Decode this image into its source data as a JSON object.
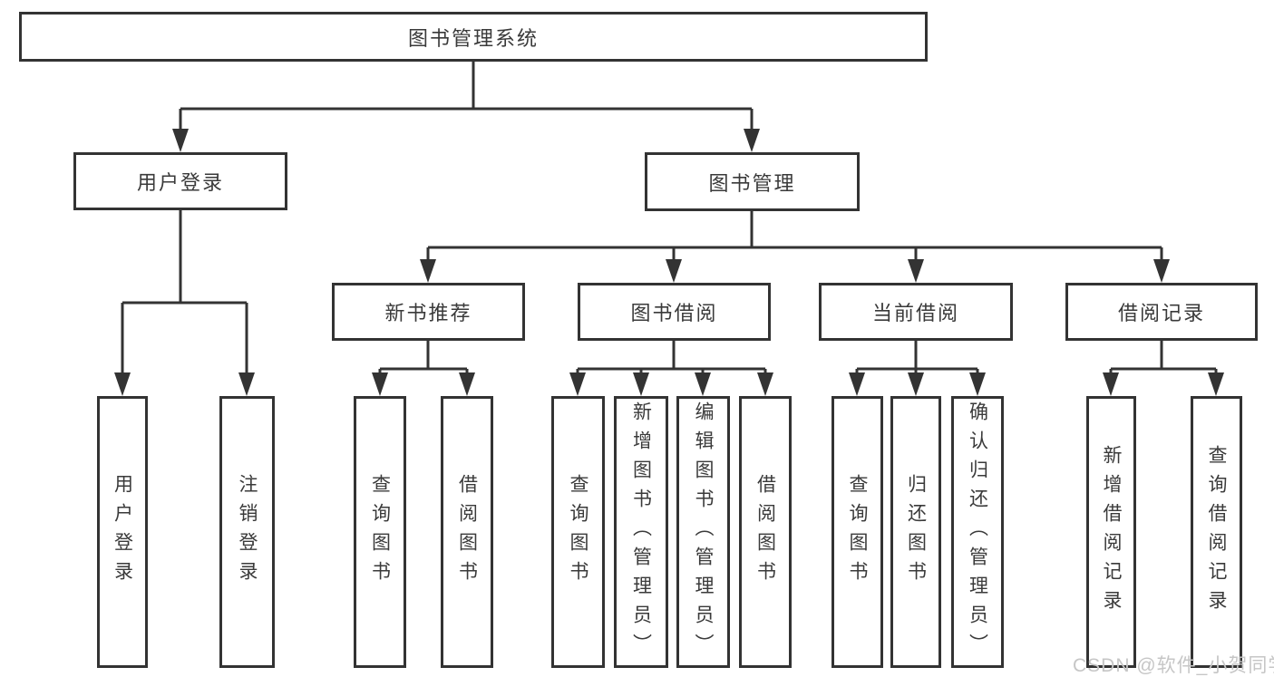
{
  "diagram": {
    "root": {
      "label": "图书管理系统"
    },
    "level2": {
      "user_login": {
        "label": "用户登录"
      },
      "book_mgmt": {
        "label": "图书管理"
      }
    },
    "level3": {
      "new_book_rec": {
        "label": "新书推荐"
      },
      "book_borrow": {
        "label": "图书借阅"
      },
      "current_borrow": {
        "label": "当前借阅"
      },
      "borrow_record": {
        "label": "借阅记录"
      }
    },
    "leaves": {
      "login": {
        "label": "用户登录"
      },
      "logout": {
        "label": "注销登录"
      },
      "nbr_query_book": {
        "label": "查询图书"
      },
      "nbr_borrow_book": {
        "label": "借阅图书"
      },
      "bb_query_book": {
        "label": "查询图书"
      },
      "bb_add_book": {
        "label": "新增图书（管理员）"
      },
      "bb_edit_book": {
        "label": "编辑图书（管理员）"
      },
      "bb_borrow_book": {
        "label": "借阅图书"
      },
      "cb_query_book": {
        "label": "查询图书"
      },
      "cb_return_book": {
        "label": "归还图书"
      },
      "cb_confirm_return": {
        "label": "确认归还（管理员）"
      },
      "br_add_record": {
        "label": "新增借阅记录"
      },
      "br_query_record": {
        "label": "查询借阅记录"
      }
    }
  },
  "watermark": {
    "text": "CSDN @软件_小贺同学"
  },
  "colors": {
    "line": "#333333",
    "box_border": "#333333",
    "text": "#3a3a3a",
    "background": "#ffffff",
    "watermark": "#c6c6c6"
  }
}
